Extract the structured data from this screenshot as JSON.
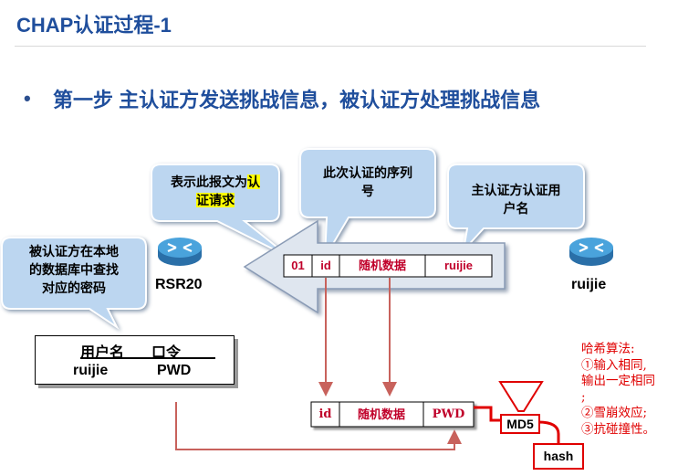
{
  "slide": {
    "title": "CHAP认证过程-1",
    "bullet": "•",
    "subtitle": "第一步  主认证方发送挑战信息，被认证方处理挑战信息"
  },
  "callouts": {
    "request": {
      "line1_plain": "表示此报文为",
      "line1_hl": "认",
      "line2_hl": "证请求"
    },
    "sequence": {
      "line1": "此次认证的序列",
      "line2": "号"
    },
    "username": {
      "line1": "主认证方认证用",
      "line2": "户名"
    },
    "lookup": {
      "line1": "被认证方在本地",
      "line2": "的数据库中查找",
      "line3": "对应的密码"
    }
  },
  "routers": {
    "left": {
      "label": "RSR20",
      "icon": "router-icon"
    },
    "right": {
      "label": "ruijie",
      "icon": "router-icon"
    }
  },
  "challenge_packet": {
    "code": "01",
    "id": "id",
    "random": "随机数据",
    "name": "ruijie"
  },
  "user_table": {
    "headers": [
      "用户名",
      "口令"
    ],
    "row": [
      "ruijie",
      "PWD"
    ]
  },
  "hash_input": {
    "id": "id",
    "random": "随机数据",
    "pwd": "PWD"
  },
  "md5": {
    "label": "MD5"
  },
  "hash_output": {
    "label": "hash"
  },
  "hash_notes": {
    "line1": "哈希算法:",
    "line2": "①输入相同,",
    "line3": "输出一定相同",
    "line4": ";",
    "line5": "②雪崩效应;",
    "line6": "③抗碰撞性。"
  },
  "colors": {
    "title": "#1f4e9c",
    "callout_fill": "#bcd6f0",
    "arrow_fill": "#dfe6ef",
    "packet_text": "#c0002a",
    "flow_arrow": "#c8625c",
    "hash_red": "#e00000",
    "router_blue": "#3a8ec8"
  }
}
